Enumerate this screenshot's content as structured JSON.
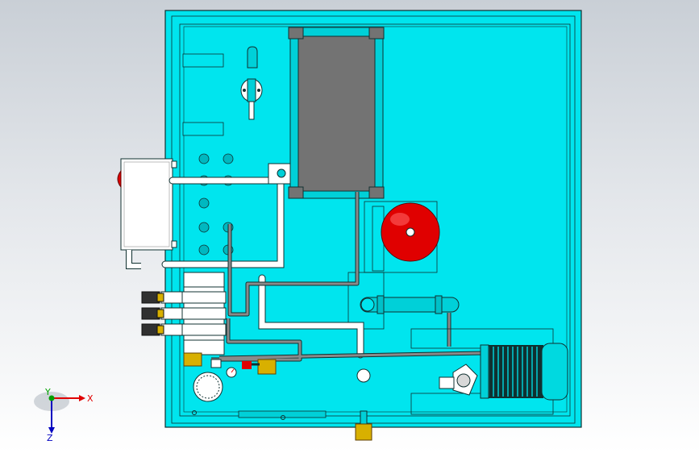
{
  "viewport": {
    "background_top": "#c9cfd6",
    "background_bottom": "#ffffff",
    "model_color": "#00e5ee",
    "reservoir_color": "#737373",
    "accumulator_color": "#e00000",
    "motor_color": "#00d9e0"
  },
  "triad": {
    "x_label": "X",
    "y_label": "Y",
    "z_label": "Z",
    "x_color": "#e00000",
    "y_color": "#00a000",
    "z_color": "#0000c0"
  },
  "components": [
    {
      "id": "cabinet-panel",
      "icon": "hydraulic-cabinet"
    },
    {
      "id": "oil-reservoir",
      "icon": "reservoir"
    },
    {
      "id": "accumulator",
      "icon": "red-sphere"
    },
    {
      "id": "electric-motor",
      "icon": "motor"
    },
    {
      "id": "control-box",
      "icon": "electrical-box"
    },
    {
      "id": "valve-manifold",
      "icon": "valve-stack"
    },
    {
      "id": "pressure-gauge",
      "icon": "gauge"
    },
    {
      "id": "ball-valve",
      "icon": "yellow-valve"
    },
    {
      "id": "filter",
      "icon": "gear-filter"
    }
  ]
}
